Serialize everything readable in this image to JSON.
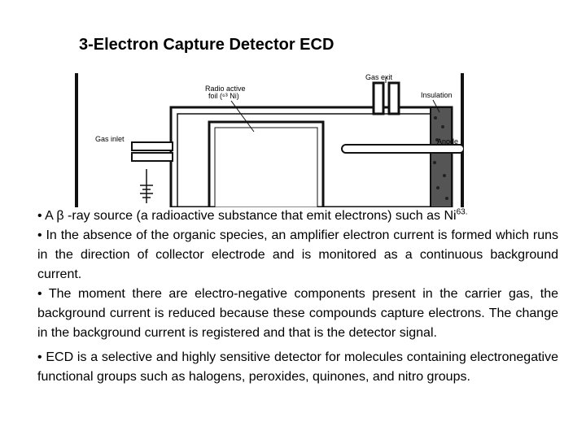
{
  "title": "3-Electron Capture Detector ECD",
  "diagram": {
    "label_foil_1": "Radio active",
    "label_foil_2": "foil (⁶³ Ni)",
    "label_gas_exit": "Gas exit",
    "label_insulation": "Insulation",
    "label_gas_inlet": "Gas inlet",
    "label_anode": "Anode"
  },
  "bullets": [
    {
      "prefix": "• A ",
      "symbol": "β",
      "text": " -ray source (a radioactive substance that emit electrons) such as Ni",
      "sup": "63."
    },
    {
      "text": "• In the absence of the organic species, an amplifier electron current is formed which runs in the direction of collector electrode and is monitored as a continuous background current."
    },
    {
      "text": "• The moment there are electro-negative components present in the carrier gas, the background current is reduced because these compounds capture electrons. The change in the background current is registered and that is the detector signal."
    },
    {
      "text": "• ECD is a selective and highly sensitive detector for molecules containing electronegative functional groups such as halogens, peroxides, quinones, and nitro groups."
    }
  ]
}
